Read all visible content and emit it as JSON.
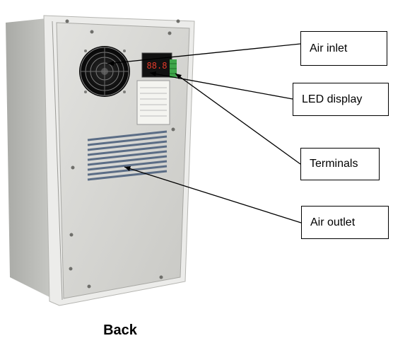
{
  "labels": {
    "air_inlet": "Air inlet",
    "led_display": "LED display",
    "terminals": "Terminals",
    "air_outlet": "Air outlet"
  },
  "caption": "Back",
  "led_readout": "88.8",
  "colors": {
    "cabinet_front": "#d9d9d6",
    "cabinet_side": "#b9bab6",
    "vent": "#5b6d86",
    "terminal_block": "#3fa64a",
    "led_digits": "#e23a2a",
    "leader_line": "#000000"
  }
}
